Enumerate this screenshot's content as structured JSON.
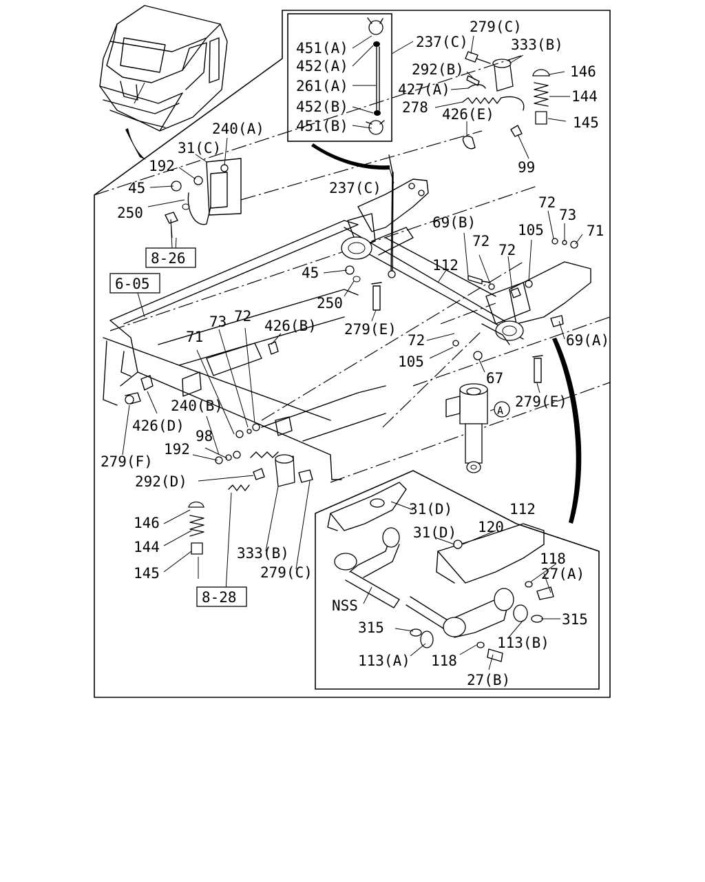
{
  "callouts": {
    "c451a": "451(A)",
    "c452a": "452(A)",
    "c261a": "261(A)",
    "c452b": "452(B)",
    "c451b": "451(B)",
    "c237c_top": "237(C)",
    "c279c_top": "279(C)",
    "c333b_top": "333(B)",
    "c292b": "292(B)",
    "c427a": "427(A)",
    "c278": "278",
    "c426e": "426(E)",
    "c146_top": "146",
    "c144_top": "144",
    "c145_top": "145",
    "c99": "99",
    "c240a": "240(A)",
    "c31c": "31(C)",
    "c192_top": "192",
    "c45_left": "45",
    "c250_left": "250",
    "c237c_mid": "237(C)",
    "c69b": "69(B)",
    "c72_a": "72",
    "c72_b": "72",
    "c72_c": "72",
    "c73_right": "73",
    "c71_right": "71",
    "c105_top": "105",
    "c112_main": "112",
    "c45_mid": "45",
    "c250_mid": "250",
    "c279e_mid": "279(E)",
    "c426b": "426(B)",
    "c73_left": "73",
    "c72_left": "72",
    "c71_left": "71",
    "c72_low": "72",
    "c105_low": "105",
    "c69a": "69(A)",
    "c67": "67",
    "c279e_right": "279(E)",
    "c240b": "240(B)",
    "c426d": "426(D)",
    "c98": "98",
    "c192_low": "192",
    "c279f": "279(F)",
    "c292d": "292(D)",
    "c146_low": "146",
    "c144_low": "144",
    "c145_low": "145",
    "c333b_low": "333(B)",
    "c279c_low": "279(C)",
    "c112_inset": "112",
    "c31d_a": "31(D)",
    "c31d_b": "31(D)",
    "c120": "120",
    "c118_a": "118",
    "c27a": "27(A)",
    "c315_right": "315",
    "c315_left": "315",
    "cNSS": "NSS",
    "c113a": "113(A)",
    "c118_b": "118",
    "c113b": "113(B)",
    "c27b": "27(B)",
    "cA": "A"
  },
  "refs": {
    "ref826": "8-26",
    "ref605": "6-05",
    "ref828": "8-28"
  }
}
